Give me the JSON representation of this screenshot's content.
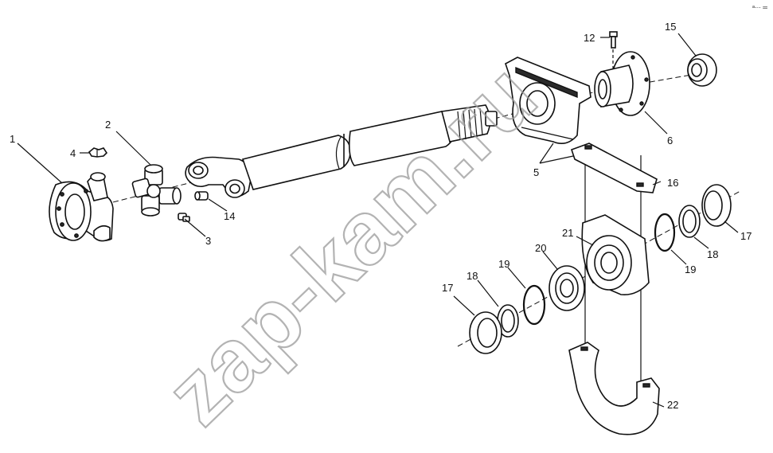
{
  "diagram": {
    "callouts": {
      "c1": "1",
      "c2": "2",
      "c3": "3",
      "c4": "4",
      "c5": "5",
      "c6": "6",
      "c12": "12",
      "c14": "14",
      "c15": "15",
      "c16": "16",
      "c17a": "17",
      "c17b": "17",
      "c18a": "18",
      "c18b": "18",
      "c19a": "19",
      "c19b": "19",
      "c20": "20",
      "c21": "21",
      "c22": "22"
    },
    "watermark": "zap-kam.ru",
    "corner_mark": "ᵃ··· ═"
  }
}
